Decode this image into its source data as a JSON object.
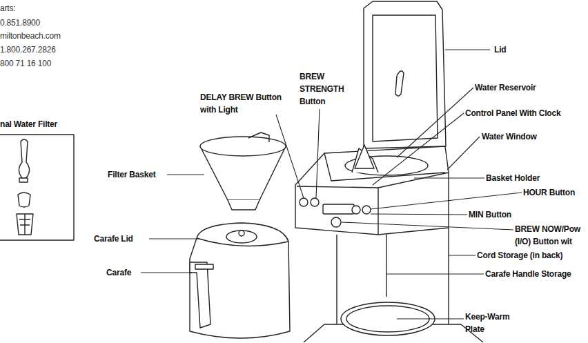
{
  "diagram": {
    "labels": [
      "arts:",
      "0.851.8900",
      "miltonbeach.com",
      "1.800.267.2826",
      "800 71 16 100",
      "nal Water Filter",
      "Lid",
      "BREW STRENGTH Button",
      "DELAY BREW Button with Light",
      "Water Reservoir",
      "Control Panel With Clock",
      "Water Window",
      "Filter Basket",
      "Basket Holder",
      "HOUR Button",
      "MIN Button",
      "BREW NOW/Pow (I/O) Button wit",
      "Carafe Lid",
      "Carafe",
      "Cord Storage (in back)",
      "Carafe Handle Storage",
      "Keep-Warm Plate"
    ]
  }
}
